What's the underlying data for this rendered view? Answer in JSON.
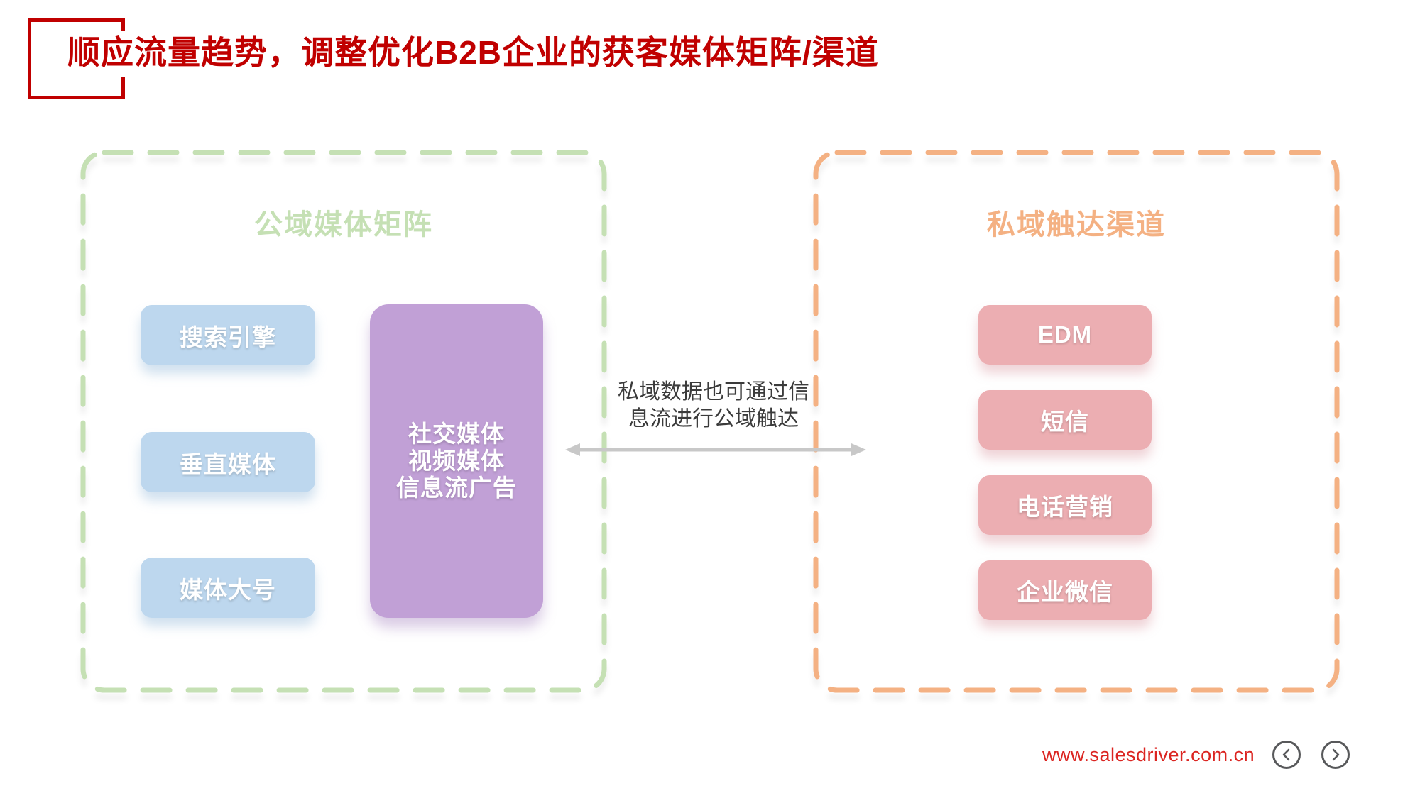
{
  "slide": {
    "title": "顺应流量趋势，调整优化B2B企业的获客媒体矩阵/渠道",
    "footer_url": "www.salesdriver.com.cn"
  },
  "colors": {
    "title_red": "#C00000",
    "footer_red": "#DB2521",
    "green": "#C5E0B4",
    "orange": "#F4B183",
    "blue_chip": "#BDD7EE",
    "purple_block": "#C1A0D6",
    "pink_chip": "#ECAEB2",
    "arrow_gray": "#C8C8C8",
    "annotation_text": "#3B3B3B",
    "nav_gray": "#58595B"
  },
  "public_box": {
    "title": "公域媒体矩阵",
    "items": [
      "搜索引擎",
      "垂直媒体",
      "媒体大号"
    ],
    "feed_block_lines": [
      "社交媒体",
      "视频媒体",
      "信息流广告"
    ]
  },
  "private_box": {
    "title": "私域触达渠道",
    "items": [
      "EDM",
      "短信",
      "电话营销",
      "企业微信"
    ]
  },
  "connector": {
    "annotation_lines": [
      "私域数据也可通过信",
      "息流进行公域触达"
    ]
  }
}
